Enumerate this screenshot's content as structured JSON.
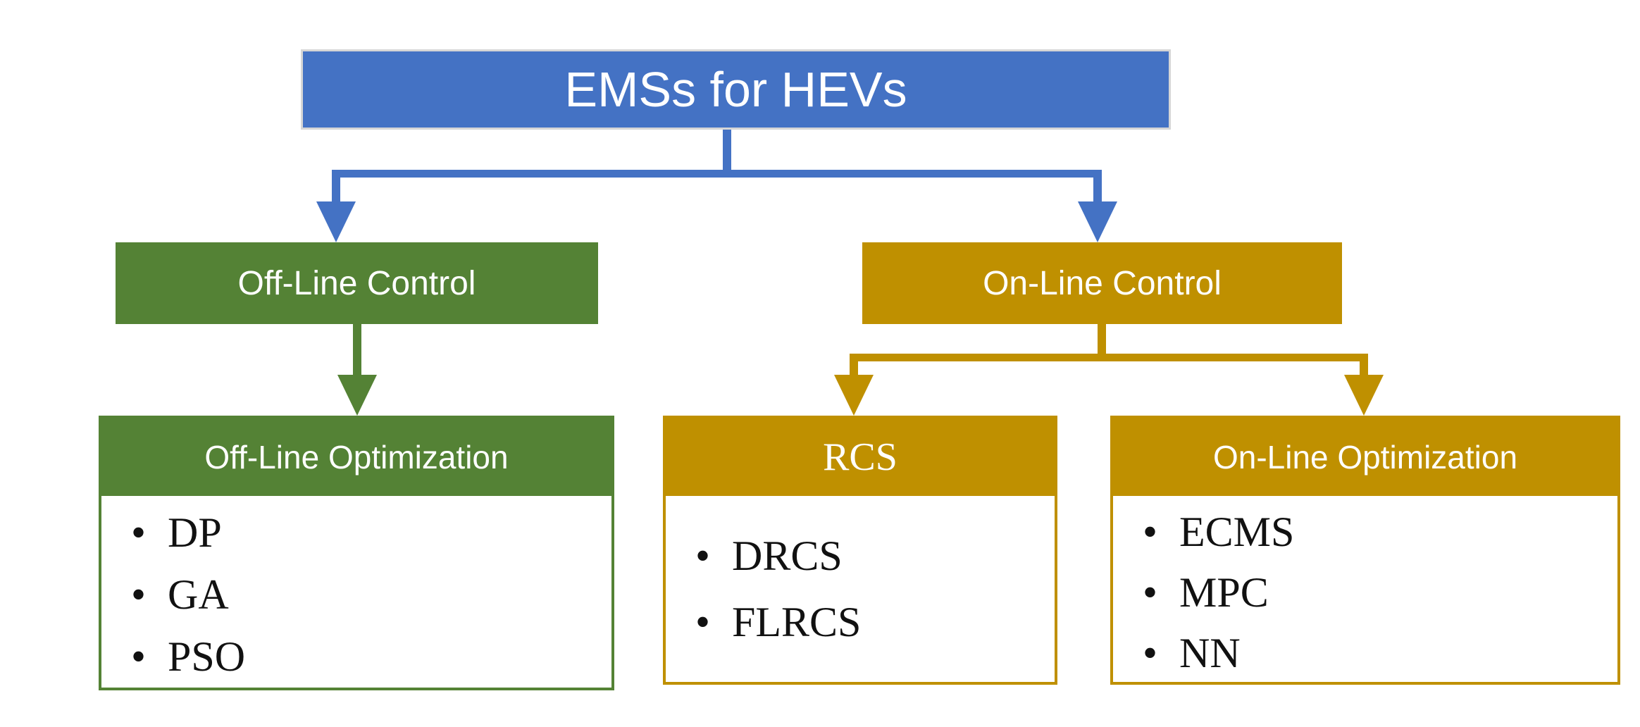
{
  "colors": {
    "blue": "#4472C4",
    "green": "#548235",
    "gold": "#BF9000",
    "ink": "#111111"
  },
  "diagram": {
    "root": {
      "label": "EMSs for HEVs"
    },
    "branches": [
      {
        "control_label": "Off-Line Control",
        "children": [
          {
            "title": "Off-Line Optimization",
            "items": [
              "DP",
              "GA",
              "PSO"
            ]
          }
        ]
      },
      {
        "control_label": "On-Line Control",
        "children": [
          {
            "title": "RCS",
            "items": [
              "DRCS",
              "FLRCS"
            ]
          },
          {
            "title": "On-Line Optimization",
            "items": [
              "ECMS",
              "MPC",
              "NN"
            ]
          }
        ]
      }
    ]
  }
}
